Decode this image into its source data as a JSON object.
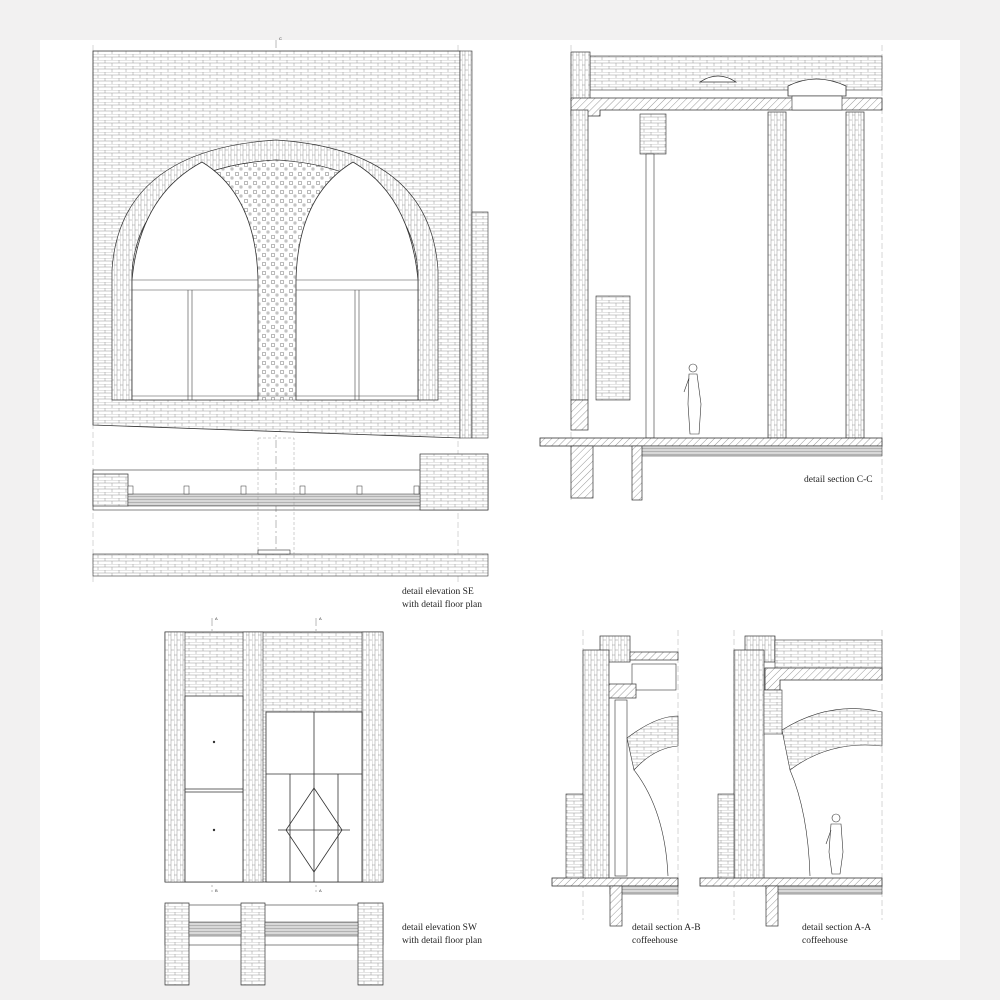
{
  "captions": {
    "elev_se_1": "detail elevation SE",
    "elev_se_2": "with detail floor plan",
    "sect_cc": "detail section C-C",
    "elev_sw_1": "detail elevation SW",
    "elev_sw_2": "with detail floor plan",
    "sect_ab_1": "detail section A-B",
    "sect_ab_2": "coffeehouse",
    "sect_aa_1": "detail section A-A",
    "sect_aa_2": "coffeehouse"
  },
  "section_marks": {
    "c": "C",
    "a": "A",
    "b": "B"
  },
  "colors": {
    "background": "#f2f1f1",
    "sheet": "#ffffff",
    "line": "#333333",
    "hatch": "#555555"
  }
}
